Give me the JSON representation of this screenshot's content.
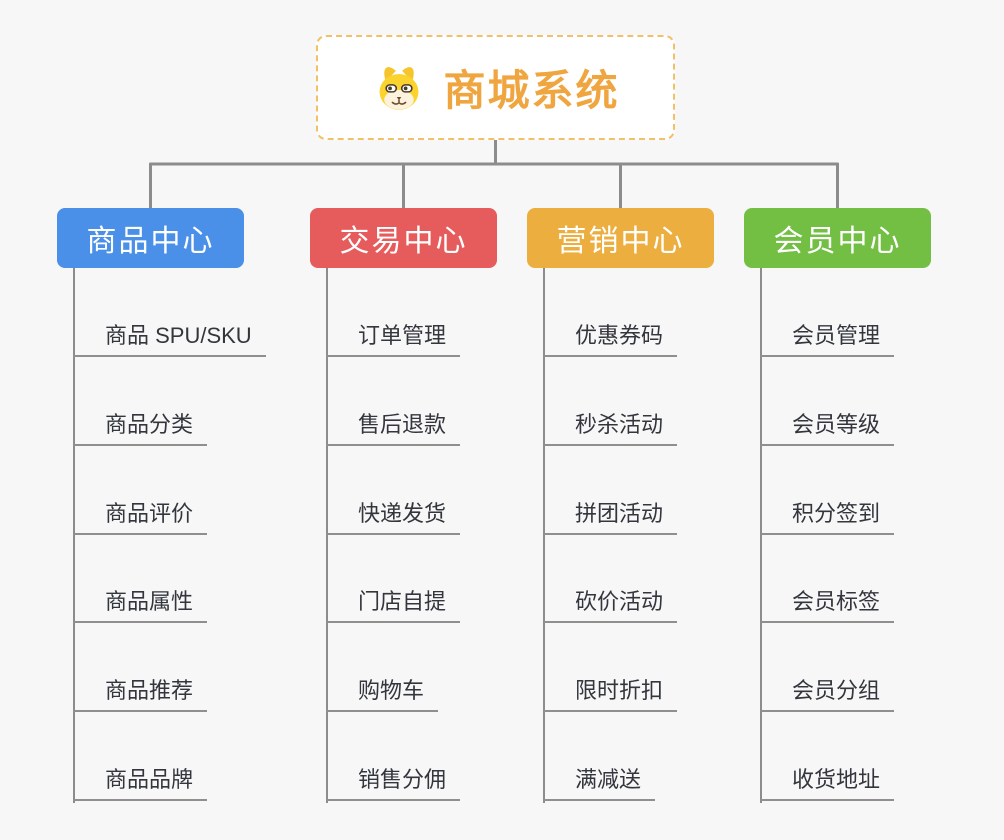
{
  "root": {
    "title": "商城系统",
    "icon": "dog-face-icon"
  },
  "branches": [
    {
      "id": "product-center",
      "label": "商品中心",
      "color": "#4a90e8",
      "children": [
        "商品 SPU/SKU",
        "商品分类",
        "商品评价",
        "商品属性",
        "商品推荐",
        "商品品牌"
      ]
    },
    {
      "id": "trade-center",
      "label": "交易中心",
      "color": "#e65c5c",
      "children": [
        "订单管理",
        "售后退款",
        "快递发货",
        "门店自提",
        "购物车",
        "销售分佣"
      ]
    },
    {
      "id": "marketing-center",
      "label": "营销中心",
      "color": "#ecae3e",
      "children": [
        "优惠券码",
        "秒杀活动",
        "拼团活动",
        "砍价活动",
        "限时折扣",
        "满减送"
      ]
    },
    {
      "id": "member-center",
      "label": "会员中心",
      "color": "#72bf44",
      "children": [
        "会员管理",
        "会员等级",
        "积分签到",
        "会员标签",
        "会员分组",
        "收货地址"
      ]
    }
  ],
  "colors": {
    "root_accent": "#f0a640",
    "root_border": "#f3c06a",
    "connector": "#8c8c8c",
    "leaf_text": "#33363c",
    "background": "#f7f7f7"
  }
}
